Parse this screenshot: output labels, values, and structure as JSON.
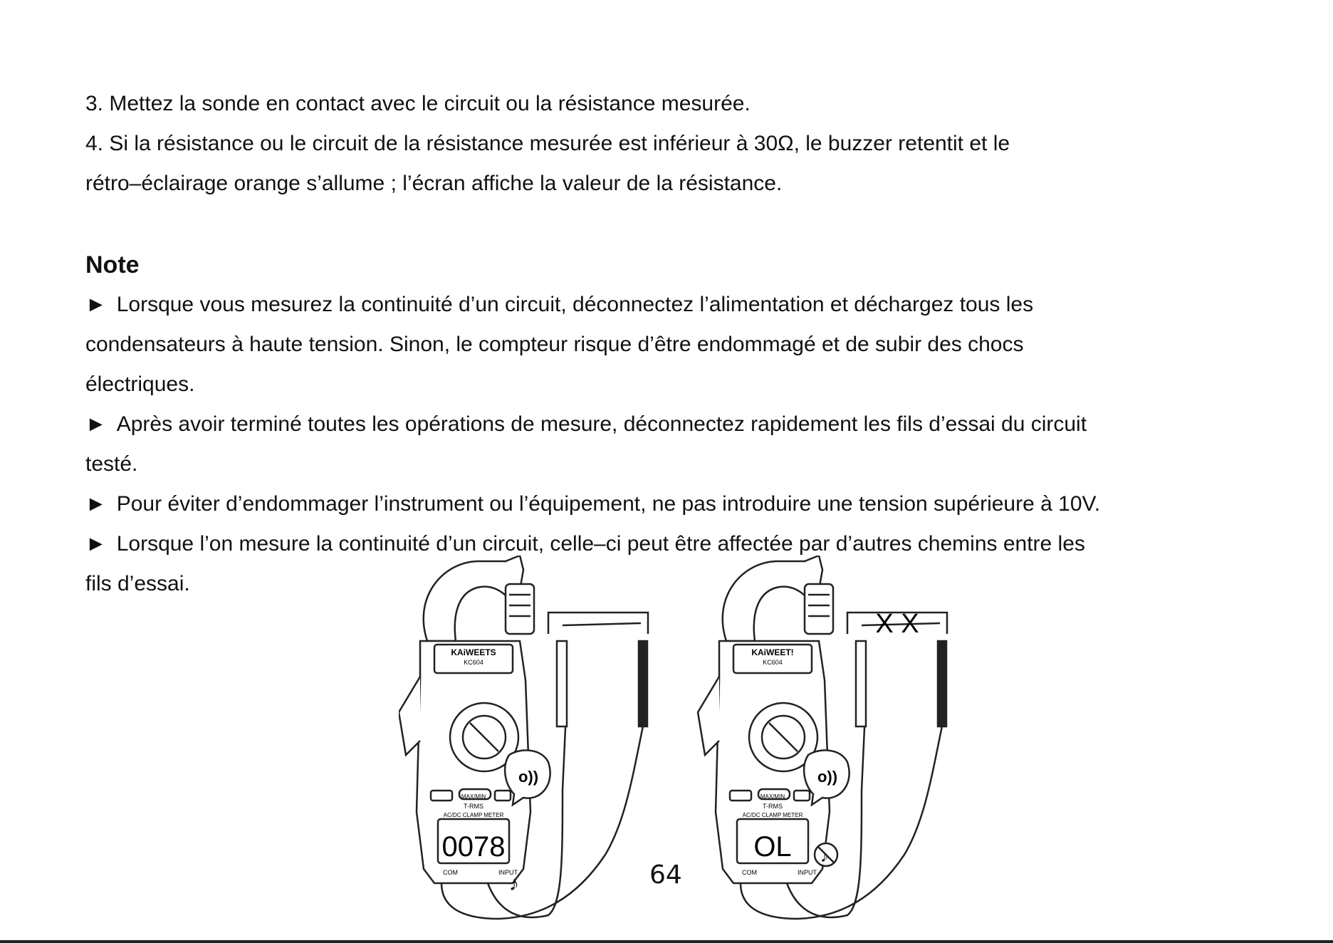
{
  "steps": [
    {
      "line1": "3.  Mettez la sonde en contact avec le circuit ou la résistance mesurée."
    },
    {
      "line1": "4.  Si la résistance ou le circuit de la résistance mesurée est inférieur à 30Ω, le buzzer retentit et le",
      "line2": "rétro–éclairage orange s’allume ; l’écran affiche la valeur de la résistance."
    }
  ],
  "note": {
    "title": "Note",
    "bullet_symbol": "►",
    "items": [
      {
        "lines": [
          "Lorsque vous mesurez la continuité d’un circuit, déconnectez l’alimentation et déchargez tous les",
          "condensateurs à haute tension. Sinon, le compteur risque d’être endommagé et de subir des chocs",
          "électriques."
        ]
      },
      {
        "lines": [
          "Après avoir terminé toutes les opérations de mesure, déconnectez rapidement les fils d’essai du circuit",
          "testé."
        ]
      },
      {
        "lines": [
          "Pour éviter d’endommager l’instrument ou l’équipement, ne pas introduire une tension supérieure à 10V."
        ]
      },
      {
        "lines": [
          "Lorsque l’on mesure la continuité d’un circuit, celle–ci peut être affectée par d’autres chemins entre les",
          "fils d’essai."
        ]
      }
    ]
  },
  "figure": {
    "left_meter": {
      "brand": "KAiWEETS",
      "model": "KC604",
      "display": "0078",
      "type_label": "AC/DC CLAMP METER",
      "trms": "T-RMS",
      "max_min": "MAX/MIN",
      "com": "COM",
      "input": "INPUT",
      "beeping": true
    },
    "right_meter": {
      "brand": "KAiWEET!",
      "model": "KC604",
      "display": "OL",
      "type_label": "AC/DC CLAMP METER",
      "trms": "T-RMS",
      "max_min": "MAX/MIN",
      "com": "COM",
      "input": "INPUT",
      "beeping": false
    },
    "break_marks": "X X"
  },
  "page_number": "64"
}
